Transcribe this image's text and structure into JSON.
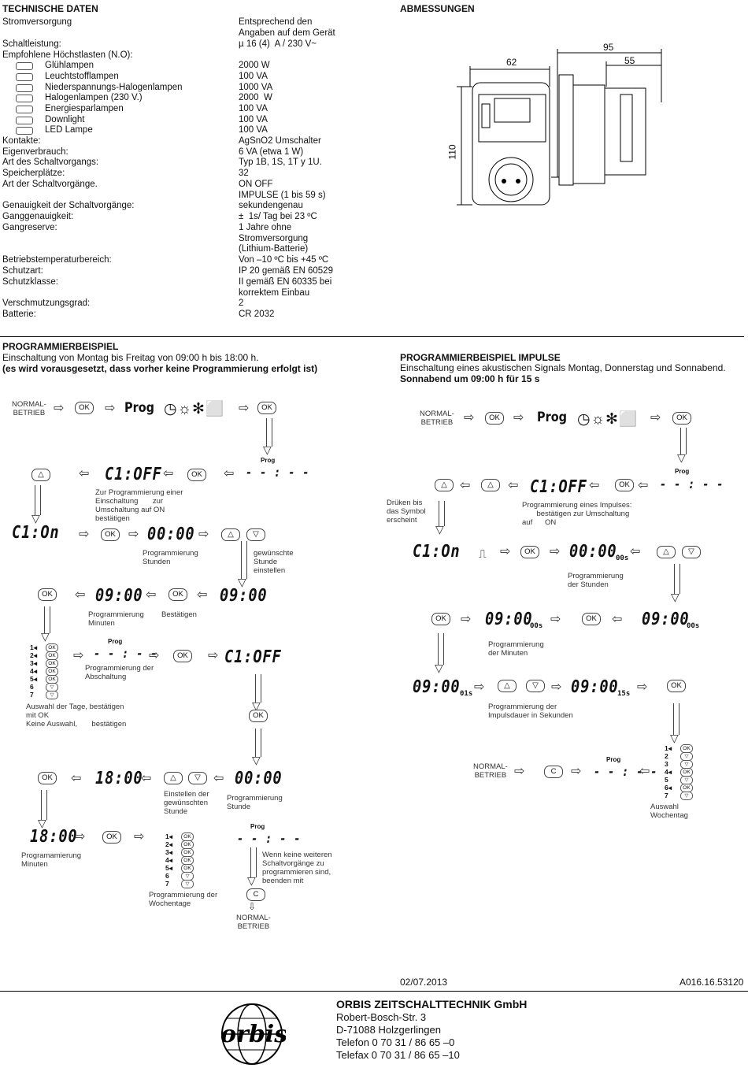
{
  "tech": {
    "heading": "TECHNISCHE DATEN",
    "rows": [
      {
        "label": "Stromversorgung",
        "value": "Entsprechend den\nAngaben auf dem Gerät"
      },
      {
        "label": "Schaltleistung:",
        "value": "µ 16 (4)  A / 230 V~"
      },
      {
        "label": "Empfohlene Höchstlasten (N.O):",
        "value": ""
      },
      {
        "label": "Glühlampen",
        "value": "2000 W",
        "icon": "bulb-icon"
      },
      {
        "label": "Leuchtstofflampen",
        "value": "100 VA",
        "icon": "tube-icon"
      },
      {
        "label": "Niederspannungs-Halogenlampen",
        "value": "1000 VA",
        "icon": "halogen-lv-icon"
      },
      {
        "label": "Halogenlampen (230 V.)",
        "value": "2000  W",
        "icon": "halogen-icon"
      },
      {
        "label": "Energiesparlampen",
        "value": "100 VA",
        "icon": "energy-saver-icon"
      },
      {
        "label": "Downlight",
        "value": "100 VA",
        "icon": "downlight-icon"
      },
      {
        "label": "LED Lampe",
        "value": "100 VA",
        "icon": "led-icon"
      },
      {
        "label": "Kontakte:",
        "value": "AgSnO2 Umschalter"
      },
      {
        "label": "Eigenverbrauch:",
        "value": "6 VA (etwa 1 W)"
      },
      {
        "label": "Art des Schaltvorgangs:",
        "value": "Typ 1B, 1S, 1T y 1U."
      },
      {
        "label": "Speicherplätze:",
        "value": "32"
      },
      {
        "label": "Art der Schaltvorgänge.",
        "value": "ON OFF\nIMPULSE (1 bis 59 s)"
      },
      {
        "label": "Genauigkeit der Schaltvorgänge:",
        "value": "sekundengenau"
      },
      {
        "label": "Ganggenauigkeit:",
        "value": "±  1s/ Tag bei 23 ºC"
      },
      {
        "label": "Gangreserve:",
        "value": "1 Jahre ohne\nStromversorgung\n(Lithium-Batterie)"
      },
      {
        "label": "Betriebstemperaturbereich:",
        "value": "Von –10 ºC bis +45 ºC"
      },
      {
        "label": "Schutzart:",
        "value": "IP 20 gemäß EN 60529"
      },
      {
        "label": "Schutzklasse:",
        "value": "II gemäß EN 60335 bei\nkorrektem Einbau"
      },
      {
        "label": "Verschmutzungsgrad:",
        "value": "2"
      },
      {
        "label": "Batterie:",
        "value": "CR 2032"
      }
    ]
  },
  "dims": {
    "heading": "ABMESSUNGEN",
    "w62": "62",
    "w95": "95",
    "w55": "55",
    "h110": "110"
  },
  "left": {
    "heading": "PROGRAMMIERBEISPIEL",
    "line1": "Einschaltung von Montag bis Freitag von 09:00 h bis 18:00 h.",
    "line2": "(es wird vorausgesetzt, dass vorher keine Programmierung erfolgt ist)",
    "normal": "NORMAL-\nBETRIEB",
    "ok": "OK",
    "c": "C",
    "prog": "Prog",
    "c1off": "C1:OFF",
    "c1on": "C1:On",
    "dashes": "- - : - -",
    "t0000": "00:00",
    "t0900": "09:00",
    "t1800": "18:00",
    "cap_c1": "Zur Programmierung einer\nEinschaltung       zur\nUmschaltung auf ON\nbestätigen",
    "cap_std": "Programmierung\nStunden",
    "cap_gew": "gewünschte\nStunde\neinstellen",
    "cap_min": "Programmierung\nMinuten",
    "cap_best": "Bestätigen",
    "cap_absch": "Programmierung der\nAbschaltung",
    "cap_days": "Auswahl der Tage, bestätigen\nmit OK\nKeine Auswahl,       bestätigen",
    "cap_einst": "Einstellen der\ngewünschten\nStunde",
    "cap_pstd": "Programmierung\nStunde",
    "cap_pmin": "Programamierung\nMinuten",
    "cap_wt": "Programmierung der\nWochentage",
    "cap_keine": "Wenn keine weiteren\nSchaltvorgänge zu\nprogrammieren sind,\nbeenden mit",
    "normal2": "NORMAL-\nBETRIEB",
    "days": [
      "1",
      "2",
      "3",
      "4",
      "5",
      "6",
      "7"
    ]
  },
  "right": {
    "heading": "PROGRAMMIERBEISPIEL IMPULSE",
    "line1": "Einschaltung eines akustischen Signals Montag, Donnerstag und Sonnabend.",
    "line2": "Sonnabend um 09:00 h für 15 s",
    "normal": "NORMAL-\nBETRIEB",
    "cap_druk": "Drüken bis\ndas Symbol\nerscheint",
    "cap_imp": "Programmierung eines Impulses:\n       bestätigen zur Umschaltung\nauf      ON",
    "cap_std": "Programmierung\nder Stunden",
    "cap_min": "Programmierung\nder Minuten",
    "cap_dauer": "Programmierung der\nImpulsdauer in Sekunden",
    "cap_wt": "Auswahl\nWochentag",
    "s00": "00s",
    "s01": "01s",
    "s15": "15s"
  },
  "footer": {
    "date": "02/07.2013",
    "code": "A016.16.53120",
    "company": "ORBIS ZEITSCHALTTECHNIK GmbH",
    "street": "Robert-Bosch-Str. 3",
    "city": "D-71088 Holzgerlingen",
    "tel": "Telefon 0 70 31 / 86 65 –0",
    "fax": "Telefax 0 70 31 / 86 65 –10",
    "logo": "orbis"
  }
}
